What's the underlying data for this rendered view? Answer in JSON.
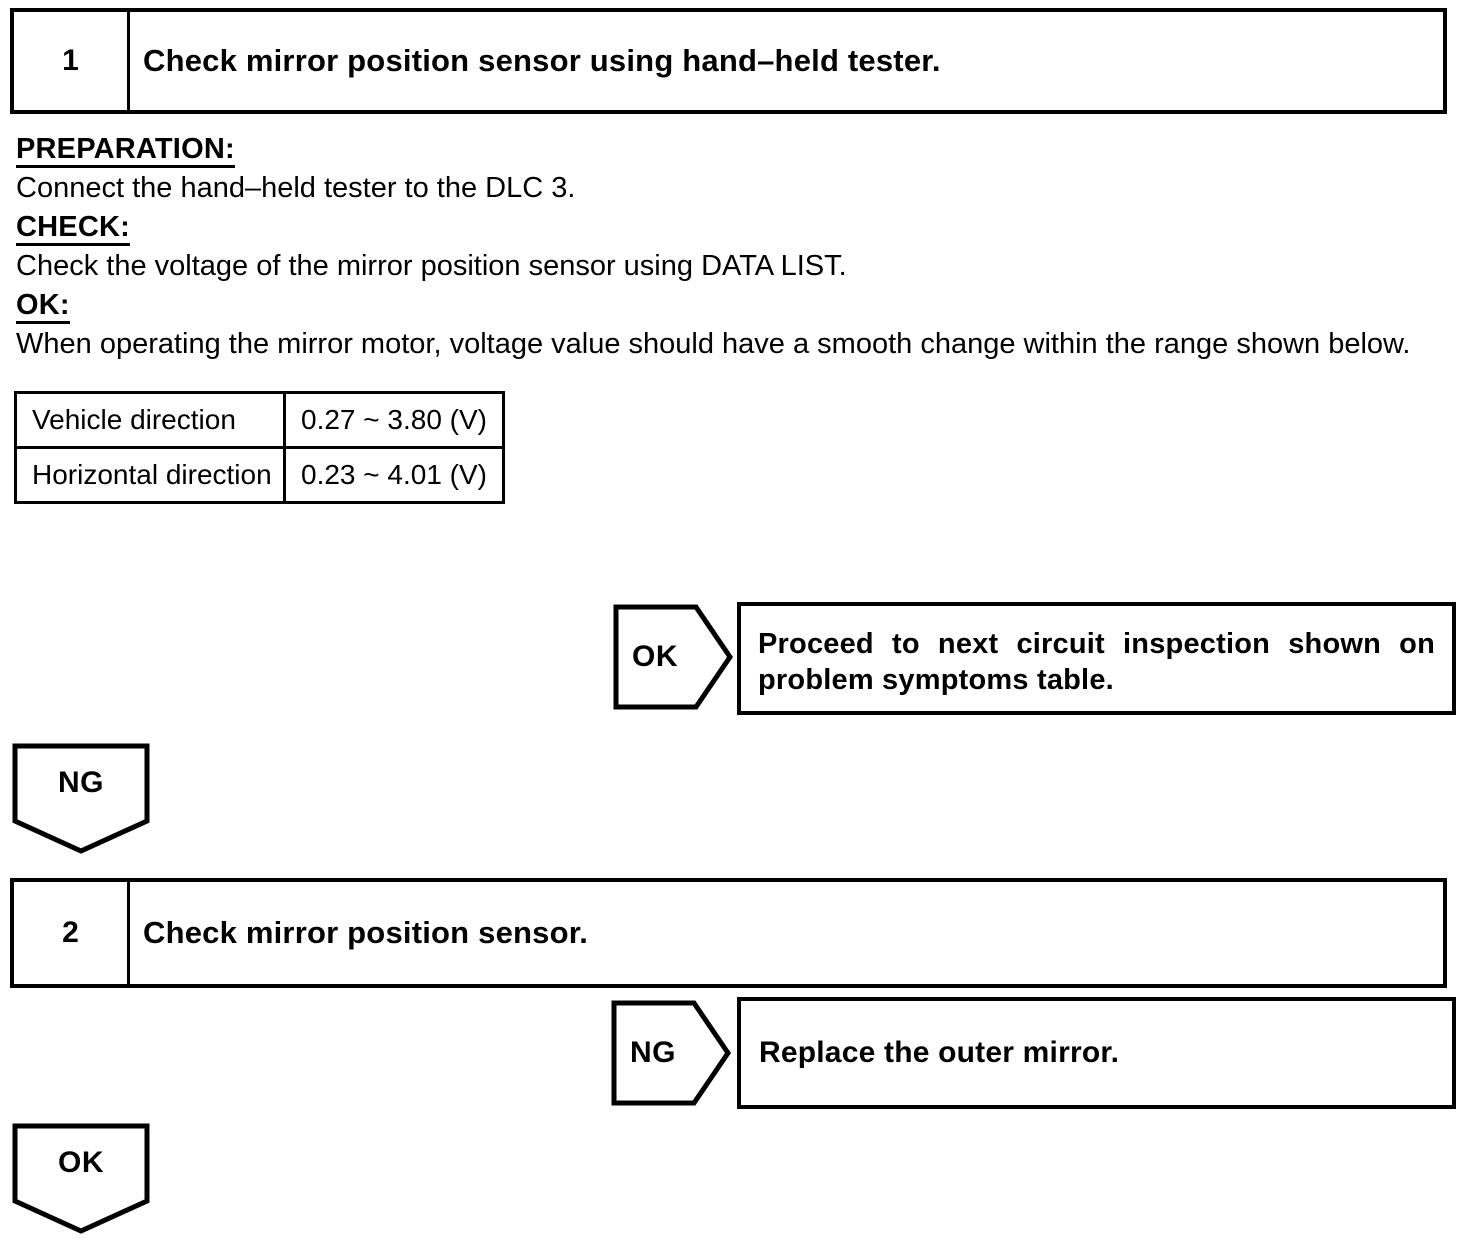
{
  "page": {
    "bg": "#ffffff",
    "ink": "#000000"
  },
  "steps": [
    {
      "number": "1",
      "title": "Check mirror position sensor using hand–held tester."
    },
    {
      "number": "2",
      "title": "Check mirror position sensor."
    }
  ],
  "procedure": {
    "sections": [
      {
        "heading": "PREPARATION:",
        "body": "Connect the hand–held tester to the DLC 3."
      },
      {
        "heading": "CHECK:",
        "body": "Check the voltage of the mirror position sensor using DATA LIST."
      },
      {
        "heading": "OK:",
        "body": "When operating the mirror motor, voltage value should have a smooth change within the range shown below."
      }
    ]
  },
  "spec_table": {
    "rows": [
      {
        "label": "Vehicle direction",
        "value": "0.27 ~ 3.80 (V)"
      },
      {
        "label": "Horizontal direction",
        "value": "0.23 ~ 4.01 (V)"
      }
    ]
  },
  "flow": {
    "ok_connector_right": "OK",
    "ok_result_lines": [
      "Proceed to next circuit inspection shown on",
      "problem symptoms table."
    ],
    "ng_connector_down": "NG",
    "ng_connector_right": "NG",
    "ng_result": "Replace the outer mirror.",
    "ok_connector_down": "OK"
  }
}
